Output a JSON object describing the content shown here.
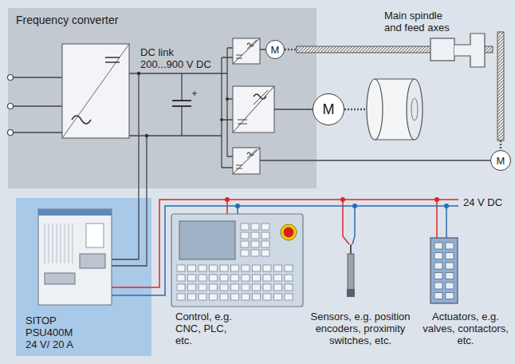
{
  "diagram": {
    "nodes": [
      {
        "text": [
          "Frequency converter"
        ]
      },
      {
        "text": [
          "M"
        ]
      },
      {
        "text": [
          "M"
        ]
      },
      {
        "text": [
          "M"
        ]
      },
      {
        "text": [
          "SITOP PSU400M 24 V/ 20 A"
        ]
      }
    ],
    "edges": [
      {
        "from": 0,
        "to": 4,
        "arrow": "none"
      }
    ],
    "labels": [
      "DC link",
      "200...900 V DC",
      "Main spindle and feed axes",
      "24 V DC",
      "Control, e.g. CNC, PLC, etc.",
      "Sensors, e.g. position encoders, proximity switches, etc.",
      "Actuators, e.g. valves, contactors, etc."
    ]
  }
}
